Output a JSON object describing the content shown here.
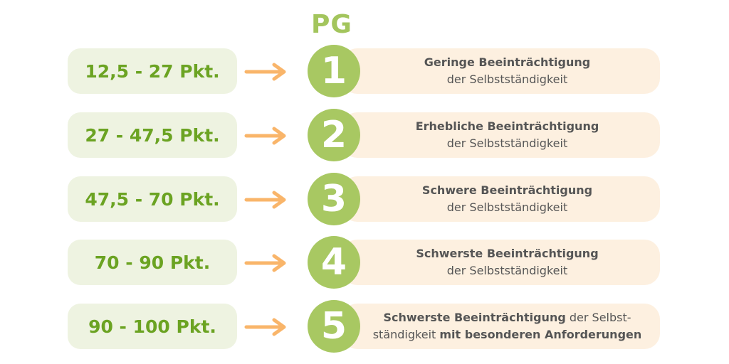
{
  "header": {
    "label": "PG"
  },
  "levels": [
    {
      "points": "12,5 - 27 Pkt.",
      "grade": "1",
      "title": "Geringe Beeinträchtigung",
      "subtitle": "der Selbstständigkeit"
    },
    {
      "points": "27 - 47,5 Pkt.",
      "grade": "2",
      "title": "Erhebliche Beeinträchtigung",
      "subtitle": "der Selbstständigkeit"
    },
    {
      "points": "47,5 - 70 Pkt.",
      "grade": "3",
      "title": "Schwere Beeinträchtigung",
      "subtitle": "der Selbstständigkeit"
    },
    {
      "points": "70 - 90 Pkt.",
      "grade": "4",
      "title": "Schwerste Beeinträchtigung",
      "subtitle": "der Selbstständigkeit"
    },
    {
      "points": "90 - 100 Pkt.",
      "grade": "5",
      "title": "Schwerste Beeinträchtigung",
      "text1": " der Selbst-",
      "text2": "ständigkeit ",
      "bold2": "mit besonderen Anforderungen"
    }
  ],
  "colors": {
    "green": "#a8c862",
    "text_green": "#6ba322",
    "peach": "#fdf0e0",
    "arrow": "#f9b56a"
  }
}
